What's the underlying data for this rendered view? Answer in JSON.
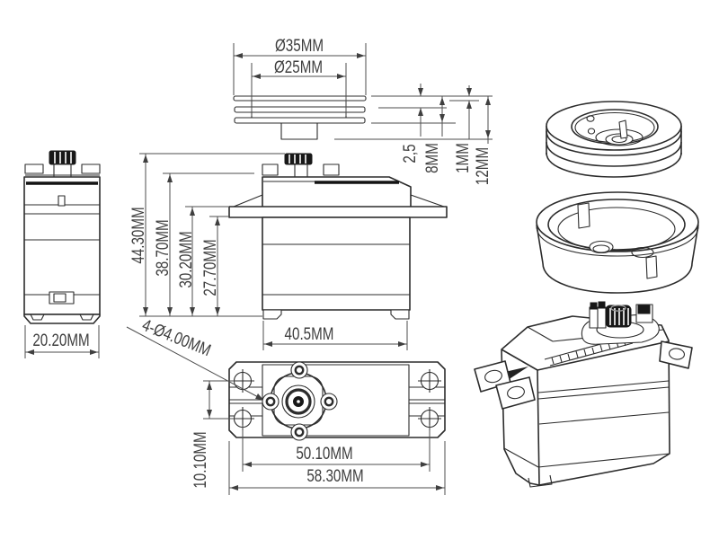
{
  "page": {
    "background_color": "#ffffff"
  },
  "drawing": {
    "subject": "Dimensioned multi-view technical drawing of an RC winch servo with double-groove pulley drum",
    "stroke_color": "#2c2c2c",
    "dimension_line_color": "#4d4d4d",
    "label_color": "#3e3e3e",
    "part_black": "#181818"
  },
  "labels": {
    "pulley_front": {
      "outer_diameter": "Ø35MM",
      "groove_diameter": "Ø25MM",
      "groove_pitch": "2,5",
      "drum_height": "8MM",
      "flange_thickness": "1MM",
      "overall_height": "12MM"
    },
    "servo_side": {
      "case_width": "20.20MM"
    },
    "servo_front": {
      "overall_height": "44.30MM",
      "height_without_output_gear": "38.70MM",
      "flange_top_to_case_bottom": "30.20MM",
      "flange_bottom_to_case_bottom": "27.70MM",
      "case_length": "40.5MM"
    },
    "mounting_plate": {
      "screw_holes": "4-Ø4.00MM",
      "hole_row_spacing": "10.10MM",
      "hole_span_length": "50.10MM",
      "overall_length": "58.30MM"
    }
  }
}
